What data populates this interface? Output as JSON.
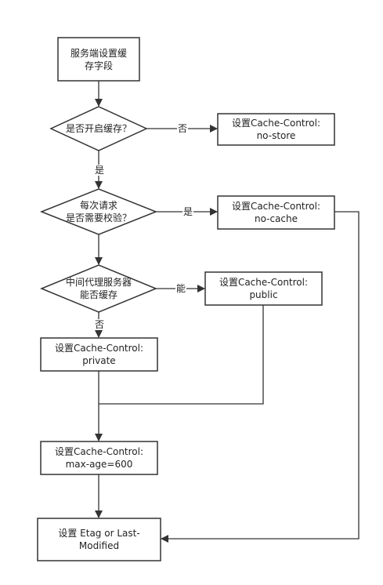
{
  "nodes": {
    "start": "服务端设置缓\n存字段",
    "enable_cache": "是否开启缓存？",
    "no_store": "设置Cache-Control:\nno-store",
    "revalidate": "每次请求\n是否需要校验？",
    "no_cache": "设置Cache-Control:\nno-cache",
    "proxy_cache": "中间代理服务器\n能否缓存",
    "public": "设置Cache-Control:\npublic",
    "private": "设置Cache-Control:\nprivate",
    "max_age": "设置Cache-Control:\nmax-age=600",
    "etag": "设置 Etag or Last-\nModified"
  },
  "edges": {
    "enable_no": "否",
    "enable_yes": "是",
    "revalidate_yes": "是",
    "proxy_yes": "能",
    "proxy_no": "否"
  }
}
